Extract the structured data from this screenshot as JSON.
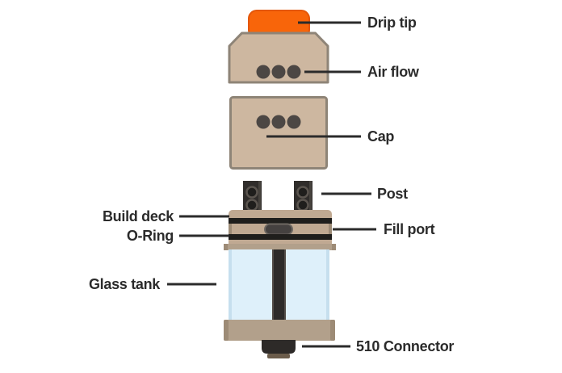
{
  "diagram": {
    "labels": {
      "drip_tip": "Drip tip",
      "air_flow": "Air flow",
      "cap": "Cap",
      "post": "Post",
      "build_deck": "Build deck",
      "fill_port": "Fill port",
      "o_ring": "O-Ring",
      "glass_tank": "Glass tank",
      "connector_510": "510 Connector"
    }
  },
  "colors": {
    "background": "#ffffff",
    "drip_tip_orange": "#f8650a",
    "drip_tip_edge": "#e4570a",
    "body_tan": "#cdb7a0",
    "body_outline": "#8e8477",
    "deck_tan": "#c0a992",
    "band_tan": "#b2a08b",
    "band_edge": "#9d8b76",
    "dark_part": "#1f1e1c",
    "post_dark": "#302d2b",
    "hole_gray": "#4c4744",
    "ring_gray": "#5b554f",
    "fillport_dark": "#454140",
    "fillport_rim": "#6e6862",
    "glass_blue": "#def0fa",
    "glass_edge": "#c6dfee",
    "column_dark": "#2d2b29",
    "connector_dark": "#2d2a28",
    "connector_tip": "#6b5c4b",
    "line": "#2b2b2b",
    "text": "#2b2b2b"
  }
}
